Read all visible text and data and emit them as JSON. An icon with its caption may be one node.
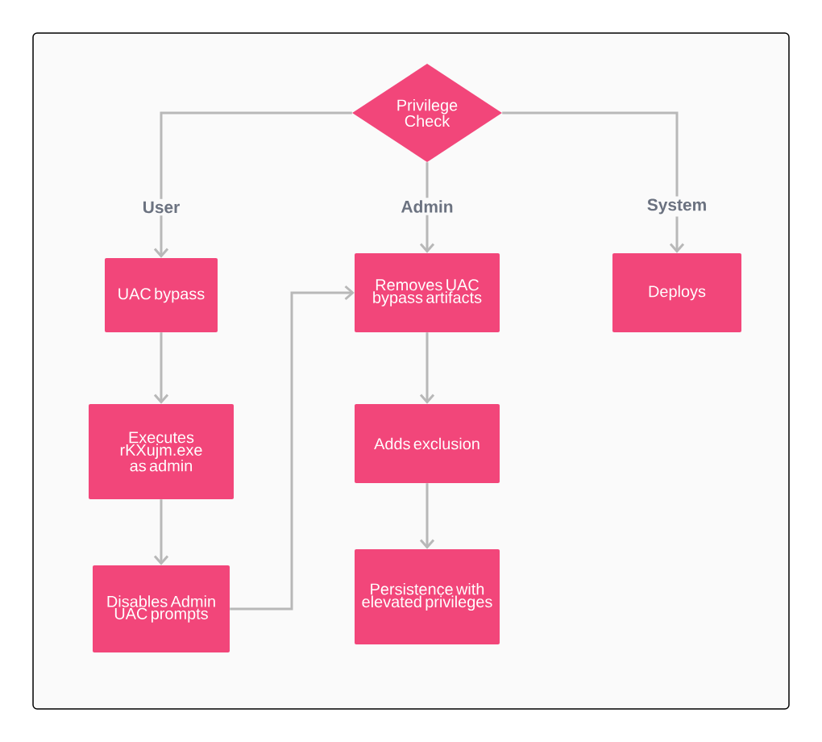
{
  "diagram": {
    "nodes": [
      {
        "text": [
          "Privilege Check"
        ]
      },
      {
        "text": [
          "UAC bypass"
        ]
      },
      {
        "text": [
          "Executes rKXujm.exe as admin"
        ]
      },
      {
        "text": [
          "Disables Admin UAC prompts"
        ]
      },
      {
        "text": [
          "Removes UAC bypass artifacts"
        ]
      },
      {
        "text": [
          "Adds exclusion"
        ]
      },
      {
        "text": [
          "Persistence with elevated privileges"
        ]
      },
      {
        "text": [
          "Deploys"
        ]
      }
    ],
    "edges": [
      {
        "from": 0,
        "to": 1,
        "arrow": "to",
        "label": "User"
      },
      {
        "from": 0,
        "to": 7,
        "arrow": "to",
        "label": "System"
      },
      {
        "from": 0,
        "to": 4,
        "arrow": "to",
        "label": "Admin"
      },
      {
        "from": 1,
        "to": 2,
        "arrow": "to"
      },
      {
        "from": 2,
        "to": 3,
        "arrow": "to"
      },
      {
        "from": 3,
        "to": 4,
        "arrow": "to"
      },
      {
        "from": 4,
        "to": 5,
        "arrow": "to"
      },
      {
        "from": 5,
        "to": 6,
        "arrow": "to"
      }
    ]
  }
}
